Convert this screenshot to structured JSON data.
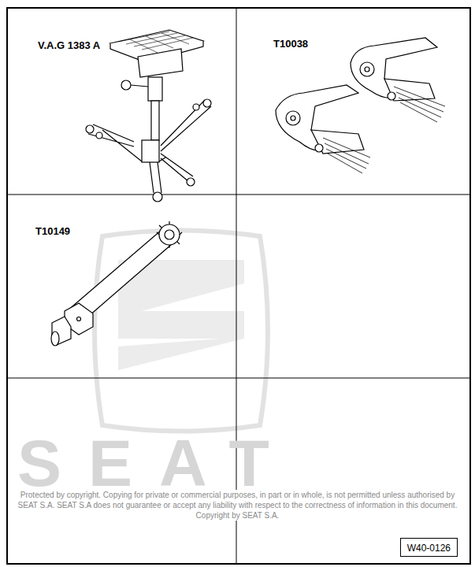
{
  "diagram": {
    "nodes": [
      {
        "text": [
          "W40-0126"
        ]
      }
    ],
    "labels": [
      "V.A.G 1383 A",
      "T10038",
      "T10149",
      "SEAT",
      "Protected by copyright. Copying for private or commercial purposes, in part or in whole, is not permitted unless authorised by SEAT S.A. SEAT S.A does not guarantee or accept any liability with respect to the correctness of information in this document. Copyright by SEAT S.A."
    ]
  }
}
